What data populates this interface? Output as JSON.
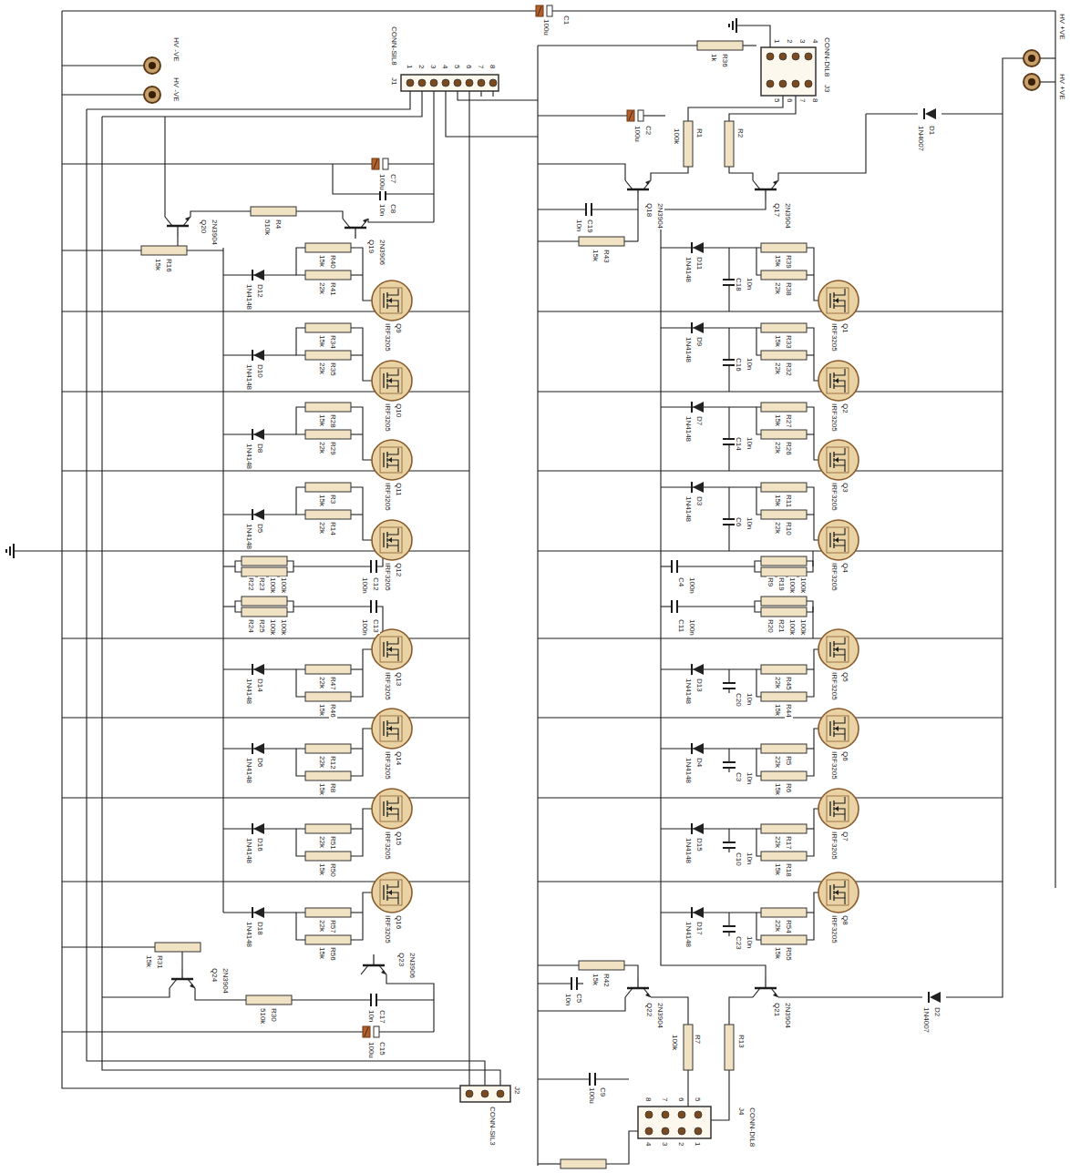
{
  "diagram": {
    "labels": [
      "Q9",
      "IRF3205",
      "R40",
      "15k",
      "R41",
      "22k",
      "D12",
      "1N4148",
      "Q10",
      "IRF3205",
      "R34",
      "15k",
      "R35",
      "22k",
      "D10",
      "1N4148",
      "Q11",
      "IRF3205",
      "R28",
      "15k",
      "R29",
      "22k",
      "D8",
      "1N4148",
      "Q12",
      "IRF3205",
      "R3",
      "15k",
      "R14",
      "22k",
      "D5",
      "1N4148",
      "Q13",
      "IRF3205",
      "R46",
      "15k",
      "R47",
      "22k",
      "D14",
      "1N4148",
      "Q14",
      "IRF3205",
      "R8",
      "15k",
      "R12",
      "22k",
      "D6",
      "1N4148",
      "Q15",
      "IRF3205",
      "R50",
      "15k",
      "R51",
      "22k",
      "D16",
      "1N4148",
      "Q16",
      "IRF3205",
      "R56",
      "15k",
      "R57",
      "22k",
      "D18",
      "1N4148",
      "Q1",
      "IRF3205",
      "R39",
      "15k",
      "R38",
      "22k",
      "D11",
      "1N4148",
      "C18",
      "10n",
      "Q2",
      "IRF3205",
      "R33",
      "15k",
      "R32",
      "22k",
      "D9",
      "1N4148",
      "C16",
      "10n",
      "Q3",
      "IRF3205",
      "R27",
      "15k",
      "R26",
      "22k",
      "D7",
      "1N4148",
      "C14",
      "10n",
      "Q4",
      "IRF3205",
      "R11",
      "15k",
      "R10",
      "22k",
      "D3",
      "1N4148",
      "C6",
      "10n",
      "Q5",
      "IRF3205",
      "R44",
      "15k",
      "R45",
      "22k",
      "D13",
      "1N4148",
      "C20",
      "10n",
      "Q6",
      "IRF3205",
      "R6",
      "15k",
      "R5",
      "22k",
      "D4",
      "1N4148",
      "C3",
      "10n",
      "Q7",
      "IRF3205",
      "R18",
      "15k",
      "R17",
      "22k",
      "D15",
      "1N4148",
      "C10",
      "10n",
      "Q8",
      "IRF3205",
      "R55",
      "15k",
      "R54",
      "22k",
      "D17",
      "1N4148",
      "C23",
      "10n",
      "C1",
      "100u",
      "HV -VE",
      "HV -VE",
      "HV +VE",
      "HV +VE",
      "CONN-SIL8",
      "J1",
      "1",
      "2",
      "3",
      "4",
      "5",
      "6",
      "7",
      "8",
      "CONN-DIL8",
      "J3",
      "1",
      "2",
      "3",
      "4",
      "5",
      "6",
      "7",
      "8",
      "R36",
      "1k",
      "C2",
      "100u",
      "D1",
      "1N4007",
      "R1",
      "100k",
      "R2",
      "Q18",
      "2N3904",
      "Q17",
      "2N3904",
      "C19",
      "10n",
      "R43",
      "15k",
      "C7",
      "100u",
      "C8",
      "10n",
      "R4",
      "510k",
      "Q20",
      "2N3904",
      "R16",
      "15k",
      "Q19",
      "2N3906",
      "R22",
      "R23",
      "100k",
      "100k",
      "C12",
      "100n",
      "R24",
      "R25",
      "100k",
      "100k",
      "C13",
      "100n",
      "R9",
      "R19",
      "100k",
      "100k",
      "C4",
      "100n",
      "R20",
      "R21",
      "100k",
      "100k",
      "C11",
      "100n",
      "R31",
      "15k",
      "Q24",
      "2N3904",
      "R30",
      "510k",
      "Q23",
      "2N3906",
      "C17",
      "10n",
      "C15",
      "100u",
      "R42",
      "15k",
      "C5",
      "10n",
      "Q22",
      "2N3904",
      "Q21",
      "2N3904",
      "100k",
      "R7",
      "R13",
      "D2",
      "1N4007",
      "C9",
      "100u",
      "J2",
      "CONN-SIL3",
      "J4",
      "CONN-DIL8",
      "8",
      "7",
      "6",
      "5",
      "4",
      "3",
      "2",
      "1"
    ]
  }
}
